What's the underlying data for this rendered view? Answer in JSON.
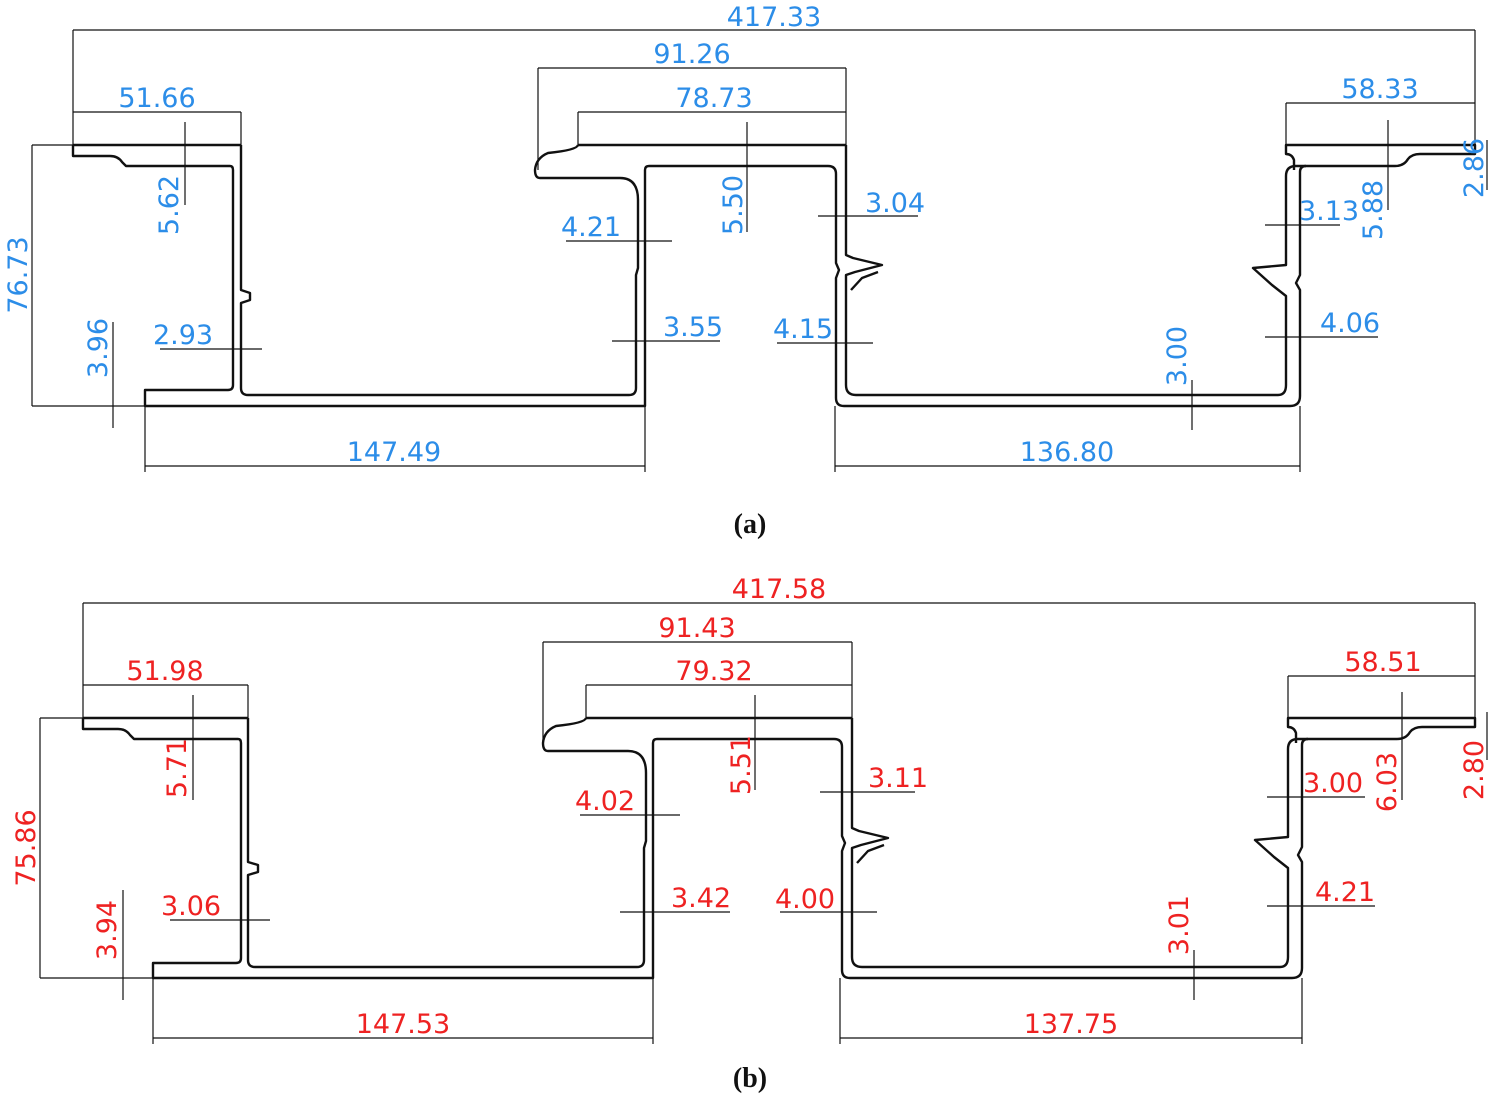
{
  "colors": {
    "panel_a": "#2c8de8",
    "panel_b": "#ee2222",
    "line": "#111111"
  },
  "panels": [
    {
      "id": "a",
      "label": "(a)",
      "dims": {
        "overall_width": "417.33",
        "mid_flange_width": "91.26",
        "mid_web_width": "78.73",
        "left_flange_width": "51.66",
        "right_flange_width": "58.33",
        "height": "76.73",
        "left_flange_thk": "5.62",
        "left_lip_height": "3.96",
        "left_inner_wall": "2.93",
        "mid_upper_left_wall": "4.21",
        "mid_flange_thk": "5.50",
        "mid_lower_left_wall": "3.55",
        "mid_upper_right_wall": "3.04",
        "mid_lower_right_wall": "4.15",
        "right_bottom_thk": "3.00",
        "right_upper_wall": "3.13",
        "right_flange_thk": "5.88",
        "right_lip_thk": "2.86",
        "right_lower_wall": "4.06",
        "left_bay_width": "147.49",
        "right_bay_width": "136.80"
      }
    },
    {
      "id": "b",
      "label": "(b)",
      "dims": {
        "overall_width": "417.58",
        "mid_flange_width": "91.43",
        "mid_web_width": "79.32",
        "left_flange_width": "51.98",
        "right_flange_width": "58.51",
        "height": "75.86",
        "left_flange_thk": "5.71",
        "left_lip_height": "3.94",
        "left_inner_wall": "3.06",
        "mid_upper_left_wall": "4.02",
        "mid_flange_thk": "5.51",
        "mid_lower_left_wall": "3.42",
        "mid_upper_right_wall": "3.11",
        "mid_lower_right_wall": "4.00",
        "right_bottom_thk": "3.01",
        "right_upper_wall": "3.00",
        "right_flange_thk": "6.03",
        "right_lip_thk": "2.80",
        "right_lower_wall": "4.21",
        "left_bay_width": "147.53",
        "right_bay_width": "137.75"
      }
    }
  ]
}
